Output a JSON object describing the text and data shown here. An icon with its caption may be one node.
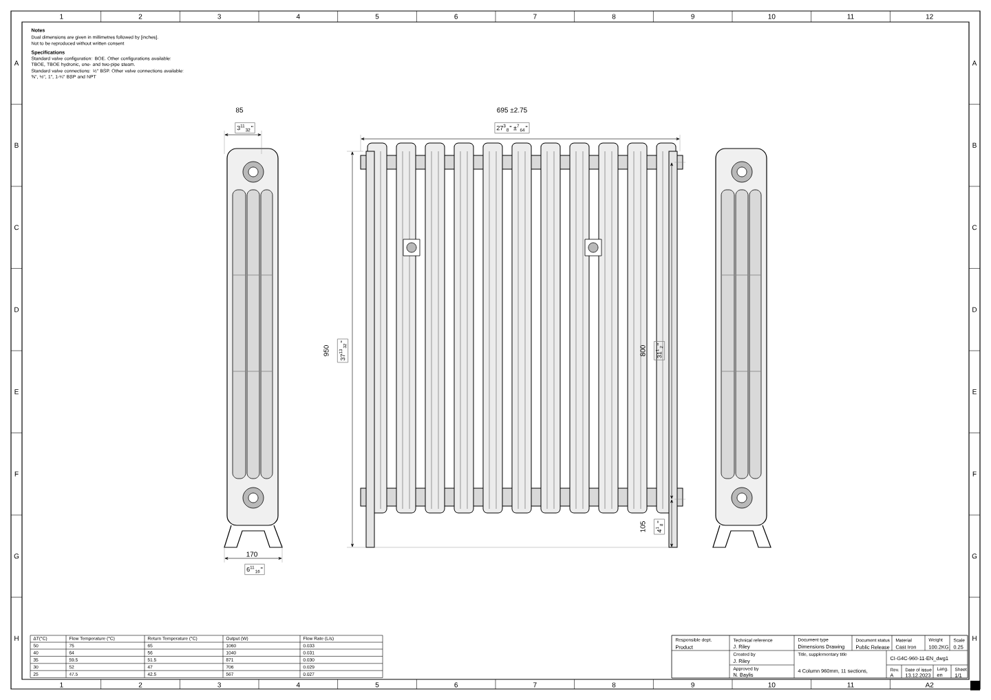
{
  "diagram": {
    "labels": [
      "1",
      "2",
      "3",
      "4",
      "5",
      "6",
      "7",
      "8",
      "9",
      "10",
      "11",
      "12",
      "A",
      "B",
      "C",
      "D",
      "E",
      "F",
      "G",
      "H",
      "A",
      "B",
      "C",
      "D",
      "E",
      "F",
      "G",
      "H",
      "1",
      "2",
      "3",
      "4",
      "5",
      "6",
      "7",
      "8",
      "9",
      "10",
      "11",
      "A2",
      "Notes",
      "Dual dimensions are given in millimetres followed by [inches].",
      "Not to be reproduced without written consent",
      "Specifications",
      "Standard valve configuration: BOE. Other configurations available: TBOE, TBOE hydronic, one- and two-pipe steam.",
      "Standard valve connections: ½\" BSP. Other valve connections available: ⅜\", ½\", 1\", 1-¼\" BSP and NPT",
      "85",
      "3$^{11}$$_{32}$\"",
      "695 ±2.75",
      "27$^{3}$$_{8}$\" ±$^{7}$$_{64}$\"",
      "950",
      "37$^{13}$$_{32}$\"",
      "800",
      "31$^{1}$$_{2}$\"",
      "105",
      "4$^{1}$$_{8}$\"",
      "170",
      "6$^{11}$$_{16}$\"",
      "ΔT(°C)",
      "Flow Temperature (°C)",
      "Return Temperature (°C)",
      "Output (W)",
      "Flow Rate (L/s)",
      "50",
      "75",
      "65",
      "1060",
      "0.033",
      "40",
      "64",
      "56",
      "1040",
      "0.031",
      "35",
      "59.5",
      "51.5",
      "871",
      "0.030",
      "30",
      "52",
      "47",
      "706",
      "0.029",
      "25",
      "47.5",
      "42.5",
      "567",
      "0.027",
      "Responsible dept.",
      "Product",
      "Technical reference",
      "J. Riley",
      "Document type",
      "Dimensions Drawing",
      "Document status",
      "Public Release",
      "Material",
      "Cast Iron",
      "Weight",
      "100.2KG",
      "Scale",
      "0.25",
      "Created by",
      "J. Riley",
      "Title, supplementary title",
      "4 Column 960mm, 11 sections,",
      "CI-G4C-960-11-EN_dwg1",
      "Approved by",
      "N. Baylis",
      "Rev.",
      "Date of issue",
      "Lang.",
      "Sheet",
      "A",
      "13.12.2023",
      "en",
      "1/1"
    ]
  }
}
